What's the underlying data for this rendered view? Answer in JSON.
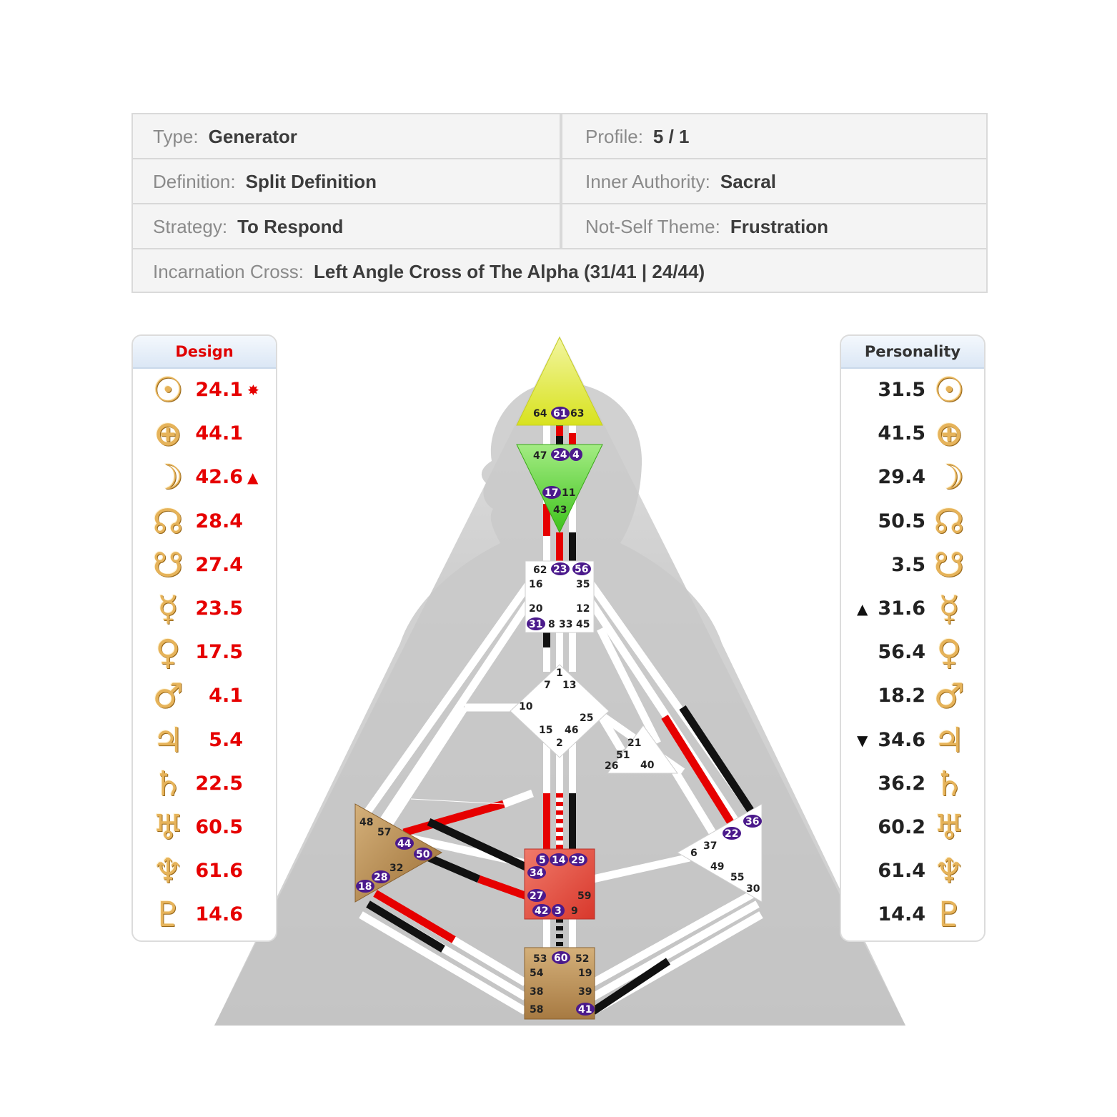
{
  "info": {
    "type": {
      "label": "Type:",
      "value": "Generator"
    },
    "profile": {
      "label": "Profile:",
      "value": "5 / 1"
    },
    "definition": {
      "label": "Definition:",
      "value": "Split Definition"
    },
    "authority": {
      "label": "Inner Authority:",
      "value": "Sacral"
    },
    "strategy": {
      "label": "Strategy:",
      "value": "To Respond"
    },
    "not_self": {
      "label": "Not-Self Theme:",
      "value": "Frustration"
    },
    "cross": {
      "label": "Incarnation Cross:",
      "value": "Left Angle Cross of The Alpha (31/41 | 24/44)"
    }
  },
  "design": {
    "title": "Design",
    "rows": [
      {
        "planet": "sun-icon",
        "value": "24.1",
        "mark": "✸"
      },
      {
        "planet": "earth-icon",
        "value": "44.1",
        "mark": ""
      },
      {
        "planet": "moon-icon",
        "value": "42.6",
        "mark": "▲"
      },
      {
        "planet": "north-node-icon",
        "value": "28.4",
        "mark": ""
      },
      {
        "planet": "south-node-icon",
        "value": "27.4",
        "mark": ""
      },
      {
        "planet": "mercury-icon",
        "value": "23.5",
        "mark": ""
      },
      {
        "planet": "venus-icon",
        "value": "17.5",
        "mark": ""
      },
      {
        "planet": "mars-icon",
        "value": "4.1",
        "mark": ""
      },
      {
        "planet": "jupiter-icon",
        "value": "5.4",
        "mark": ""
      },
      {
        "planet": "saturn-icon",
        "value": "22.5",
        "mark": ""
      },
      {
        "planet": "uranus-icon",
        "value": "60.5",
        "mark": ""
      },
      {
        "planet": "neptune-icon",
        "value": "61.6",
        "mark": ""
      },
      {
        "planet": "pluto-icon",
        "value": "14.6",
        "mark": ""
      }
    ]
  },
  "personality": {
    "title": "Personality",
    "rows": [
      {
        "planet": "sun-icon",
        "value": "31.5",
        "mark": ""
      },
      {
        "planet": "earth-icon",
        "value": "41.5",
        "mark": ""
      },
      {
        "planet": "moon-icon",
        "value": "29.4",
        "mark": ""
      },
      {
        "planet": "north-node-icon",
        "value": "50.5",
        "mark": ""
      },
      {
        "planet": "south-node-icon",
        "value": "3.5",
        "mark": ""
      },
      {
        "planet": "mercury-icon",
        "value": "31.6",
        "mark": "▲"
      },
      {
        "planet": "venus-icon",
        "value": "56.4",
        "mark": ""
      },
      {
        "planet": "mars-icon",
        "value": "18.2",
        "mark": ""
      },
      {
        "planet": "jupiter-icon",
        "value": "34.6",
        "mark": "▼"
      },
      {
        "planet": "saturn-icon",
        "value": "36.2",
        "mark": ""
      },
      {
        "planet": "uranus-icon",
        "value": "60.2",
        "mark": ""
      },
      {
        "planet": "neptune-icon",
        "value": "61.4",
        "mark": ""
      },
      {
        "planet": "pluto-icon",
        "value": "14.4",
        "mark": ""
      }
    ]
  },
  "glyphs": {
    "sun-icon": "☉",
    "earth-icon": "⊕",
    "moon-icon": "☽",
    "north-node-icon": "☊",
    "south-node-icon": "☋",
    "mercury-icon": "☿",
    "venus-icon": "♀",
    "mars-icon": "♂",
    "jupiter-icon": "♃",
    "saturn-icon": "♄",
    "uranus-icon": "♅",
    "neptune-icon": "♆",
    "pluto-icon": "♇"
  },
  "colors": {
    "design": "#e60000",
    "personality": "#111111",
    "head": "#e6ef3a",
    "ajna": "#6ad83a",
    "sacral": "#e8564a",
    "root": "#b88a50",
    "spleen": "#b88a50",
    "active_gate": "#4b1a8c"
  },
  "gates": {
    "head": {
      "g64": "64",
      "g61": "61",
      "g63": "63"
    },
    "ajna": {
      "g47": "47",
      "g24": "24",
      "g4": "4",
      "g17": "17",
      "g11": "11",
      "g43": "43"
    },
    "throat": {
      "g62": "62",
      "g23": "23",
      "g56": "56",
      "g16": "16",
      "g35": "35",
      "g20": "20",
      "g12": "12",
      "g31": "31",
      "g8": "8",
      "g33": "33",
      "g45": "45"
    },
    "g_center": {
      "g1": "1",
      "g7": "7",
      "g13": "13",
      "g10": "10",
      "g25": "25",
      "g15": "15",
      "g46": "46",
      "g2": "2"
    },
    "heart": {
      "g21": "21",
      "g51": "51",
      "g26": "26",
      "g40": "40"
    },
    "spleen": {
      "g48": "48",
      "g57": "57",
      "g44": "44",
      "g50": "50",
      "g32": "32",
      "g28": "28",
      "g18": "18"
    },
    "sacral": {
      "g5": "5",
      "g14": "14",
      "g29": "29",
      "g34": "34",
      "g27": "27",
      "g59": "59",
      "g42": "42",
      "g3": "3",
      "g9": "9"
    },
    "solar": {
      "g36": "36",
      "g22": "22",
      "g6": "6",
      "g37": "37",
      "g49": "49",
      "g55": "55",
      "g30": "30"
    },
    "root": {
      "g53": "53",
      "g60": "60",
      "g52": "52",
      "g54": "54",
      "g19": "19",
      "g38": "38",
      "g39": "39",
      "g58": "58",
      "g41": "41"
    }
  }
}
